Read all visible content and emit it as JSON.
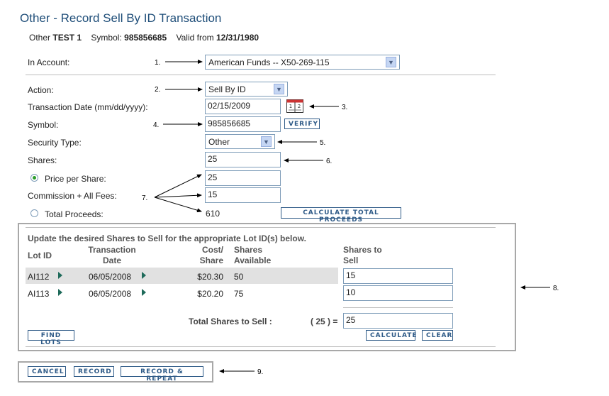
{
  "page": {
    "title": "Other - Record Sell By ID Transaction",
    "sub_prefix": "Other",
    "sub_name": "TEST 1",
    "symbol_label": "Symbol:",
    "symbol_value": "985856685",
    "valid_label": "Valid from",
    "valid_value": "12/31/1980"
  },
  "form": {
    "account_label": "In Account:",
    "account_value": "American Funds -- X50-269-115",
    "action_label": "Action:",
    "action_value": "Sell By ID",
    "date_label": "Transaction Date (mm/dd/yyyy):",
    "date_value": "02/15/2009",
    "symbol_label": "Symbol:",
    "symbol_value": "985856685",
    "verify_label": "VERIFY",
    "sectype_label": "Security Type:",
    "sectype_value": "Other",
    "shares_label": "Shares:",
    "shares_value": "25",
    "price_label": "Price per Share:",
    "price_value": "25",
    "commission_label": "Commission + All Fees:",
    "commission_value": "15",
    "proceeds_label": "Total Proceeds:",
    "proceeds_value": "610",
    "calc_proceeds_label": "CALCULATE TOTAL PROCEEDS"
  },
  "lots": {
    "instruction": "Update the desired Shares to Sell for the appropriate Lot ID(s) below.",
    "headers": {
      "lot_id": "Lot ID",
      "trans_line1": "Transaction",
      "trans_line2": "Date",
      "cost_line1": "Cost/",
      "cost_line2": "Share",
      "avail_line1": "Shares",
      "avail_line2": "Available",
      "sell_line1": "Shares to",
      "sell_line2": "Sell"
    },
    "rows": [
      {
        "lot_id": "AI112",
        "date": "06/05/2008",
        "cost": "$20.30",
        "available": "50",
        "sell": "15"
      },
      {
        "lot_id": "AI113",
        "date": "06/05/2008",
        "cost": "$20.20",
        "available": "75",
        "sell": "10"
      }
    ],
    "total_label": "Total Shares to Sell :",
    "total_paren": "( 25 ) =",
    "total_value": "25",
    "find_lots_label": "FIND LOTS",
    "calculate_label": "CALCULATE",
    "clear_label": "CLEAR"
  },
  "actions": {
    "cancel_label": "CANCEL",
    "record_label": "RECORD",
    "record_repeat_label": "RECORD & REPEAT"
  },
  "annotations": {
    "n1": "1.",
    "n2": "2.",
    "n3": "3.",
    "n4": "4.",
    "n5": "5.",
    "n6": "6.",
    "n7": "7.",
    "n8": "8.",
    "n9": "9."
  },
  "colors": {
    "title": "#1f4e79",
    "button_border": "#2e5a87",
    "radio_selected": "#2b9d2b",
    "row_highlight": "#e1e1e1",
    "lot_arrow": "#1e6a5a"
  },
  "icons": {
    "calendar": "calendar-icon",
    "dropdown": "chevron-down-icon",
    "row_arrow": "triangle-right-icon"
  }
}
